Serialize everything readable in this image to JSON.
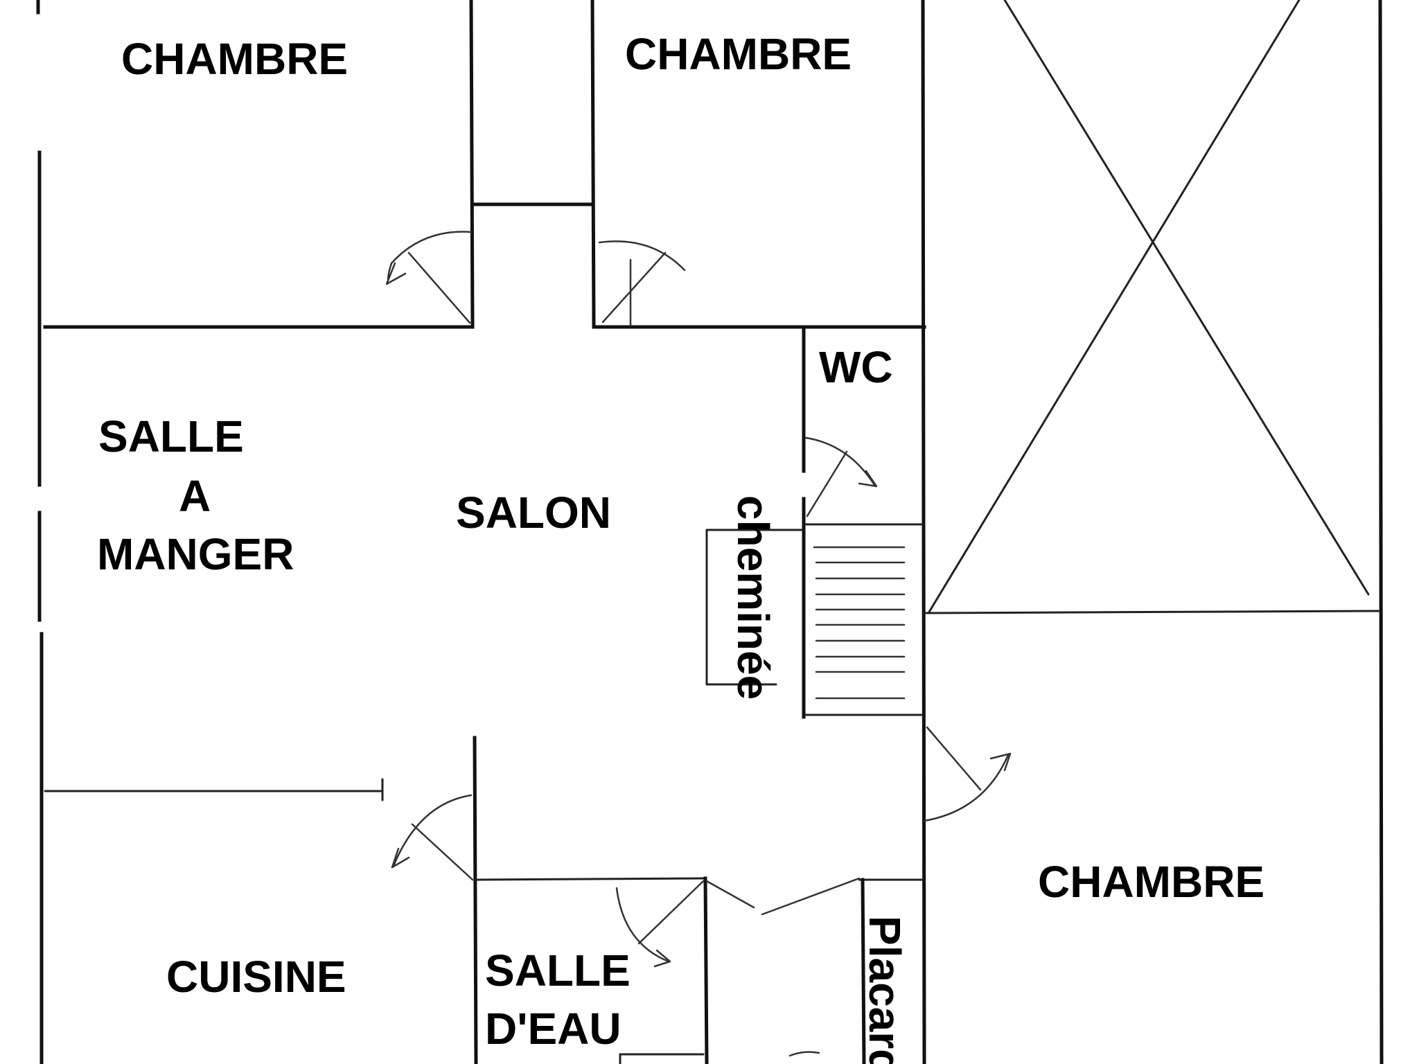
{
  "rooms": {
    "chambre_top_left": "CHAMBRE",
    "chambre_top_middle": "CHAMBRE",
    "wc": "WC",
    "salle_a_manger": [
      "SALLE",
      "A",
      "MANGER"
    ],
    "salon": "SALON",
    "cheminee": "cheminée",
    "chambre_right": "CHAMBRE",
    "cuisine": "CUISINE",
    "salle_d_eau": [
      "SALLE",
      "D'EAU"
    ],
    "placard": "Placard"
  },
  "colors": {
    "ink": "#111111",
    "paper": "#ffffff"
  }
}
